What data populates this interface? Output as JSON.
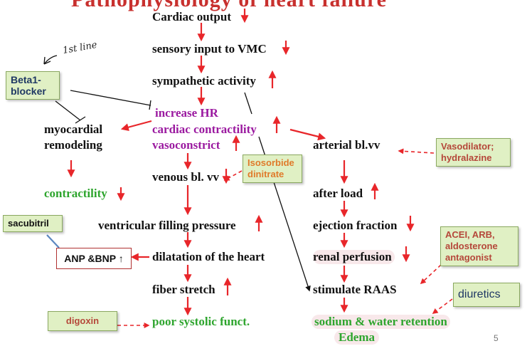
{
  "title": "Pathophysiology of heart failure",
  "nodes": {
    "cardiac_output": "Cardiac output",
    "sensory_input": "sensory input to VMC",
    "sympathetic_activity": "sympathetic activity",
    "increase_hr": "increase HR",
    "cardiac_contractility": "cardiac contractility",
    "vasoconstrict": "vasoconstrict",
    "myocardial": "myocardial",
    "remodeling": "remodeling",
    "contractility": "contractility",
    "venous_bl": "venous bl. vv",
    "ventricular_filling": "ventricular filling pressure",
    "dilatation": "dilatation of the heart",
    "fiber_stretch": "fiber stretch",
    "poor_systolic": "poor systolic funct.",
    "arterial_bl": "arterial bl.vv",
    "after_load": "after load",
    "ejection_fraction": "ejection fraction",
    "renal_perfusion": "renal perfusion",
    "stimulate_raas": "stimulate RAAS",
    "sodium_water": "sodium & water retention",
    "edema": "Edema"
  },
  "drugs": {
    "beta1_blocker": "Beta1-\nblocker",
    "vasodilator_line1": "Vasodilator;",
    "vasodilator_line2": "hydralazine",
    "isosorbide_line1": "Isosorbide",
    "isosorbide_line2": "dinitrate",
    "sacubitril": "sacubitril",
    "anp_bnp": "ANP &BNP",
    "acei_line1": "ACEI, ARB,",
    "acei_line2": "aldosterone",
    "acei_line3": "antagonist",
    "diuretics": "diuretics",
    "digoxin": "digoxin"
  },
  "annotation": "1st line",
  "page_number": "5",
  "colors": {
    "arrow_red": "#e8262a",
    "purple": "#9b1aa0",
    "green": "#2ea52e",
    "box_fill": "#e0f0c4",
    "title_red": "#c8302e"
  },
  "icons": [
    "up-arrow-icon",
    "down-arrow-icon",
    "inhibit-tbar-icon",
    "hand-drawn-arrow-icon"
  ]
}
